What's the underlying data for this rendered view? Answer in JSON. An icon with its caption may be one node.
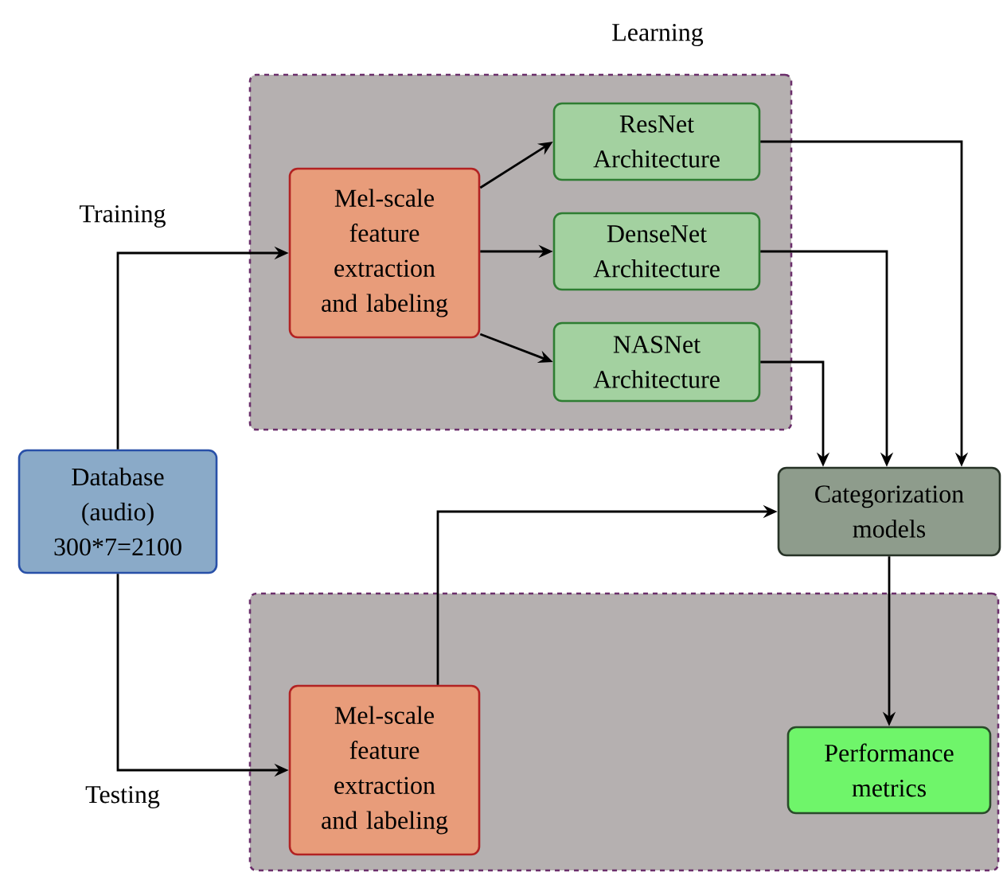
{
  "diagram": {
    "nodes": [
      {
        "text": [
          "Learning"
        ]
      },
      {
        "text": [
          "Mel-scale feature extraction and labeling"
        ],
        "in": 0
      },
      {
        "text": [
          "ResNet Architecture"
        ],
        "in": 0
      },
      {
        "text": [
          "DenseNet Architecture"
        ],
        "in": 0
      },
      {
        "text": [
          "NASNet Architecture"
        ],
        "in": 0
      },
      {
        "text": [
          "Database (audio) 300*7=2100"
        ]
      },
      {
        "text": [
          "Categorization models"
        ]
      },
      {
        "text": [],
        "shape": "box"
      },
      {
        "text": [
          "Mel-scale feature extraction and labeling"
        ],
        "in": 7
      },
      {
        "text": [
          "Performance metrics"
        ],
        "in": 7
      }
    ],
    "edges": [
      {
        "from": 5,
        "to": 1,
        "arrow": "to",
        "label": "Training"
      },
      {
        "from": 1,
        "to": 2,
        "arrow": "to"
      },
      {
        "from": 1,
        "to": 3,
        "arrow": "to"
      },
      {
        "from": 1,
        "to": 4,
        "arrow": "to"
      },
      {
        "from": 2,
        "to": 6,
        "arrow": "to"
      },
      {
        "from": 3,
        "to": 6,
        "arrow": "to"
      },
      {
        "from": 4,
        "to": 6,
        "arrow": "to"
      },
      {
        "from": 5,
        "to": 8,
        "arrow": "to",
        "label": "Testing"
      },
      {
        "from": 8,
        "to": 6,
        "arrow": "to"
      },
      {
        "from": 6,
        "to": 9,
        "arrow": "to"
      }
    ]
  }
}
